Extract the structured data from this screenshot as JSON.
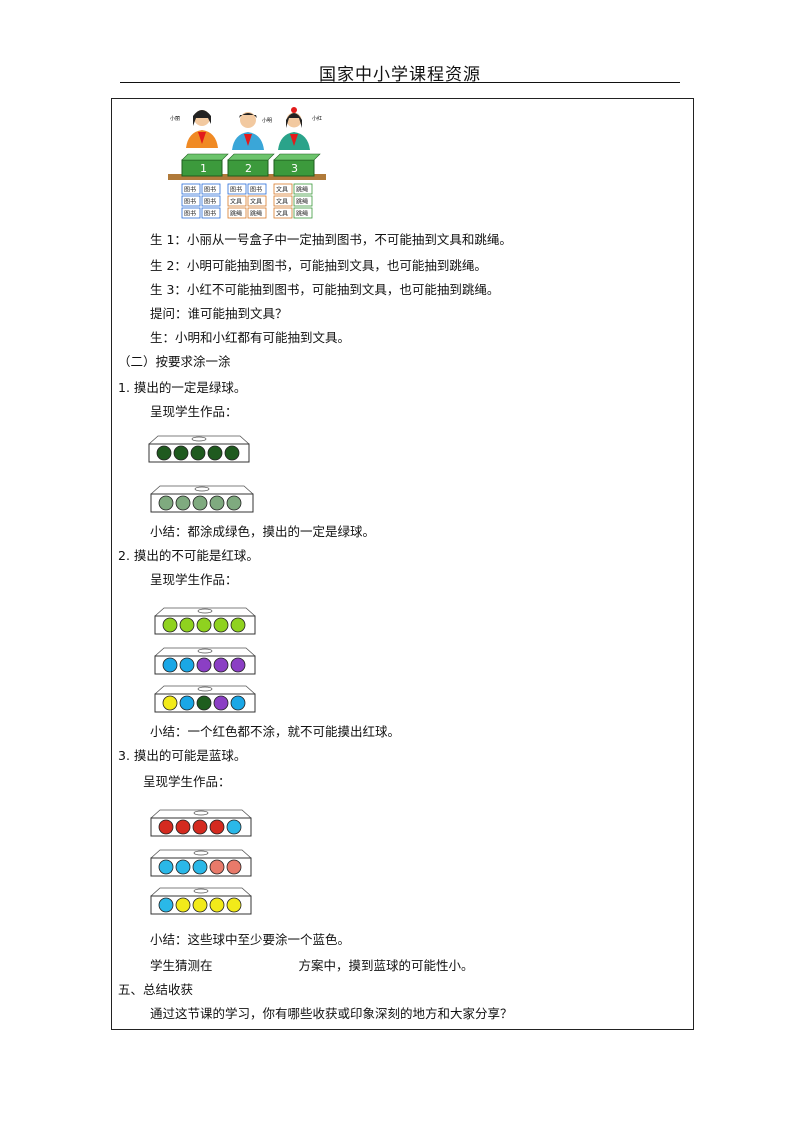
{
  "header": {
    "title": "国家中小学课程资源"
  },
  "illustration": {
    "names": [
      "小丽",
      "小明",
      "小红"
    ],
    "box_numbers": [
      "1",
      "2",
      "3"
    ],
    "box1_cards": [
      "图书",
      "图书",
      "图书",
      "图书",
      "图书",
      "图书"
    ],
    "box2_cards": [
      "图书",
      "图书",
      "文具",
      "文具",
      "跳绳",
      "跳绳"
    ],
    "box3_cards": [
      "文具",
      "跳绳",
      "文具",
      "跳绳",
      "文具",
      "跳绳"
    ]
  },
  "dialogue": {
    "s1": "生 1：小丽从一号盒子中一定抽到图书，不可能抽到文具和跳绳。",
    "s2": "生 2：小明可能抽到图书，可能抽到文具，也可能抽到跳绳。",
    "s3": "生 3：小红不可能抽到图书，可能抽到文具，也可能抽到跳绳。",
    "question": "提问：谁可能抽到文具？",
    "answer": "生：小明和小红都有可能抽到文具。"
  },
  "section2": {
    "title": "（二）按要求涂一涂"
  },
  "task1": {
    "title": "1. 摸出的一定是绿球。",
    "show": "呈现学生作品：",
    "summary": "小结：都涂成绿色，摸出的一定是绿球。",
    "boxes": [
      [
        "#1f5a1f",
        "#1f5a1f",
        "#1f5a1f",
        "#1f5a1f",
        "#1f5a1f"
      ],
      [
        "#7faa7f",
        "#7faa7f",
        "#7faa7f",
        "#7faa7f",
        "#7faa7f"
      ]
    ]
  },
  "task2": {
    "title": "2. 摸出的不可能是红球。",
    "show": "呈现学生作品：",
    "summary": "小结：一个红色都不涂，就不可能摸出红球。",
    "boxes": [
      [
        "#8fd21f",
        "#8fd21f",
        "#8fd21f",
        "#8fd21f",
        "#8fd21f"
      ],
      [
        "#1aa7e6",
        "#1aa7e6",
        "#8b3fc4",
        "#8b3fc4",
        "#8b3fc4"
      ],
      [
        "#f2ea1a",
        "#1aa7e6",
        "#1e5e1e",
        "#8b3fc4",
        "#1aa7e6"
      ]
    ]
  },
  "task3": {
    "title": "3. 摸出的可能是蓝球。",
    "show": "呈现学生作品：",
    "summary": "小结：这些球中至少要涂一个蓝色。",
    "boxes": [
      [
        "#d42a1f",
        "#d42a1f",
        "#d42a1f",
        "#d42a1f",
        "#2ab8e8"
      ],
      [
        "#2ab8e8",
        "#2ab8e8",
        "#2ab8e8",
        "#e87a6a",
        "#e87a6a"
      ],
      [
        "#2ab8e8",
        "#f2ea1a",
        "#f2ea1a",
        "#f2ea1a",
        "#f2ea1a"
      ]
    ]
  },
  "guess": {
    "before": "学生猜测在",
    "after": "方案中，摸到蓝球的可能性小。"
  },
  "section5": {
    "title": "五、总结收获"
  },
  "closing": "通过这节课的学习，你有哪些收获或印象深刻的地方和大家分享？"
}
